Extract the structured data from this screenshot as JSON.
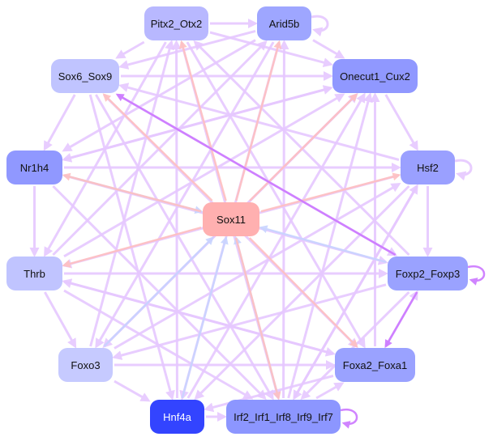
{
  "nodes": [
    {
      "id": "pitx2",
      "label": "Pitx2_Otx2",
      "color": "#b8b8ff",
      "text": "#111111"
    },
    {
      "id": "arid5b",
      "label": "Arid5b",
      "color": "#9ea6ff",
      "text": "#111111"
    },
    {
      "id": "onecut1",
      "label": "Onecut1_Cux2",
      "color": "#9098ff",
      "text": "#111111"
    },
    {
      "id": "sox6",
      "label": "Sox6_Sox9",
      "color": "#c0c4ff",
      "text": "#111111"
    },
    {
      "id": "nr1h4",
      "label": "Nr1h4",
      "color": "#9098ff",
      "text": "#111111"
    },
    {
      "id": "hsf2",
      "label": "Hsf2",
      "color": "#9aa0ff",
      "text": "#111111"
    },
    {
      "id": "sox11",
      "label": "Sox11",
      "color": "#ffb0b0",
      "text": "#111111"
    },
    {
      "id": "thrb",
      "label": "Thrb",
      "color": "#c0c4ff",
      "text": "#111111"
    },
    {
      "id": "foxp2",
      "label": "Foxp2_Foxp3",
      "color": "#9aa2ff",
      "text": "#111111"
    },
    {
      "id": "foxo3",
      "label": "Foxo3",
      "color": "#c6caff",
      "text": "#111111"
    },
    {
      "id": "foxa2",
      "label": "Foxa2_Foxa1",
      "color": "#9aa2ff",
      "text": "#111111"
    },
    {
      "id": "hnf4a",
      "label": "Hnf4a",
      "color": "#3344ff",
      "text": "#ffffff"
    },
    {
      "id": "irf2",
      "label": "Irf2_Irf1_Irf8_Irf9_Irf7",
      "color": "#8c96ff",
      "text": "#111111"
    }
  ],
  "edge_colors": {
    "default": "#e6c8ff",
    "strong": "#cc77ff",
    "from_sox11": "#ffc0c0",
    "to_sox11": "#c8d4ff"
  },
  "edges": [
    [
      "sox11",
      "pitx2",
      "from_sox11"
    ],
    [
      "sox11",
      "arid5b",
      "from_sox11"
    ],
    [
      "sox11",
      "onecut1",
      "from_sox11"
    ],
    [
      "sox11",
      "hsf2",
      "from_sox11"
    ],
    [
      "sox11",
      "thrb",
      "from_sox11"
    ],
    [
      "sox11",
      "foxa2",
      "from_sox11"
    ],
    [
      "sox11",
      "irf2",
      "from_sox11"
    ],
    [
      "sox11",
      "sox6",
      "from_sox11"
    ],
    [
      "sox11",
      "nr1h4",
      "from_sox11"
    ],
    [
      "foxo3",
      "sox11",
      "to_sox11"
    ],
    [
      "hnf4a",
      "sox11",
      "to_sox11"
    ],
    [
      "foxp2",
      "sox11",
      "to_sox11"
    ],
    [
      "nr1h4",
      "sox11",
      "to_sox11"
    ],
    [
      "irf2",
      "sox11",
      "to_sox11"
    ],
    [
      "foxp2",
      "sox6",
      "strong"
    ],
    [
      "foxp2",
      "foxa2",
      "strong"
    ],
    [
      "foxp2",
      "foxp2",
      "strong"
    ],
    [
      "irf2",
      "irf2",
      "strong"
    ],
    [
      "hsf2",
      "hsf2",
      "default"
    ],
    [
      "arid5b",
      "arid5b",
      "default"
    ],
    [
      "hnf4a",
      "irf2",
      "default"
    ],
    [
      "pitx2",
      "arid5b",
      "default"
    ],
    [
      "pitx2",
      "onecut1",
      "default"
    ],
    [
      "arid5b",
      "onecut1",
      "default"
    ],
    [
      "pitx2",
      "sox6",
      "default"
    ],
    [
      "onecut1",
      "hsf2",
      "default"
    ],
    [
      "hsf2",
      "foxp2",
      "default"
    ],
    [
      "sox6",
      "nr1h4",
      "default"
    ],
    [
      "nr1h4",
      "thrb",
      "default"
    ],
    [
      "thrb",
      "foxo3",
      "default"
    ],
    [
      "foxo3",
      "hnf4a",
      "default"
    ],
    [
      "irf2",
      "foxa2",
      "default"
    ],
    [
      "foxa2",
      "foxp2",
      "default"
    ],
    [
      "nr1h4",
      "hsf2",
      "default"
    ],
    [
      "thrb",
      "foxp2",
      "default"
    ],
    [
      "sox6",
      "onecut1",
      "default"
    ],
    [
      "foxo3",
      "foxa2",
      "default"
    ],
    [
      "pitx2",
      "irf2",
      "default"
    ],
    [
      "arid5b",
      "hnf4a",
      "default"
    ],
    [
      "sox6",
      "foxa2",
      "default"
    ],
    [
      "onecut1",
      "foxo3",
      "default"
    ],
    [
      "nr1h4",
      "foxp2",
      "default"
    ],
    [
      "thrb",
      "onecut1",
      "default"
    ],
    [
      "hsf2",
      "thrb",
      "default"
    ],
    [
      "foxo3",
      "onecut1",
      "default"
    ],
    [
      "pitx2",
      "foxa2",
      "default"
    ],
    [
      "arid5b",
      "foxo3",
      "default"
    ],
    [
      "sox6",
      "irf2",
      "default"
    ],
    [
      "nr1h4",
      "irf2",
      "default"
    ],
    [
      "thrb",
      "irf2",
      "default"
    ],
    [
      "hnf4a",
      "onecut1",
      "default"
    ],
    [
      "irf2",
      "onecut1",
      "default"
    ],
    [
      "foxa2",
      "onecut1",
      "default"
    ],
    [
      "irf2",
      "arid5b",
      "default"
    ],
    [
      "hnf4a",
      "pitx2",
      "default"
    ],
    [
      "foxo3",
      "pitx2",
      "default"
    ],
    [
      "thrb",
      "arid5b",
      "default"
    ],
    [
      "nr1h4",
      "onecut1",
      "default"
    ],
    [
      "foxp2",
      "pitx2",
      "default"
    ],
    [
      "hsf2",
      "sox6",
      "default"
    ],
    [
      "foxp2",
      "foxo3",
      "default"
    ],
    [
      "hsf2",
      "hnf4a",
      "default"
    ],
    [
      "foxa2",
      "thrb",
      "default"
    ],
    [
      "foxa2",
      "hnf4a",
      "default"
    ],
    [
      "sox6",
      "hnf4a",
      "default"
    ],
    [
      "pitx2",
      "thrb",
      "default"
    ],
    [
      "arid5b",
      "nr1h4",
      "default"
    ],
    [
      "onecut1",
      "nr1h4",
      "default"
    ],
    [
      "hsf2",
      "irf2",
      "default"
    ],
    [
      "foxp2",
      "irf2",
      "default"
    ],
    [
      "sox6",
      "foxp2",
      "default"
    ],
    [
      "foxo3",
      "hsf2",
      "default"
    ],
    [
      "thrb",
      "foxa2",
      "default"
    ],
    [
      "arid5b",
      "sox6",
      "default"
    ],
    [
      "irf2",
      "hsf2",
      "default"
    ]
  ]
}
